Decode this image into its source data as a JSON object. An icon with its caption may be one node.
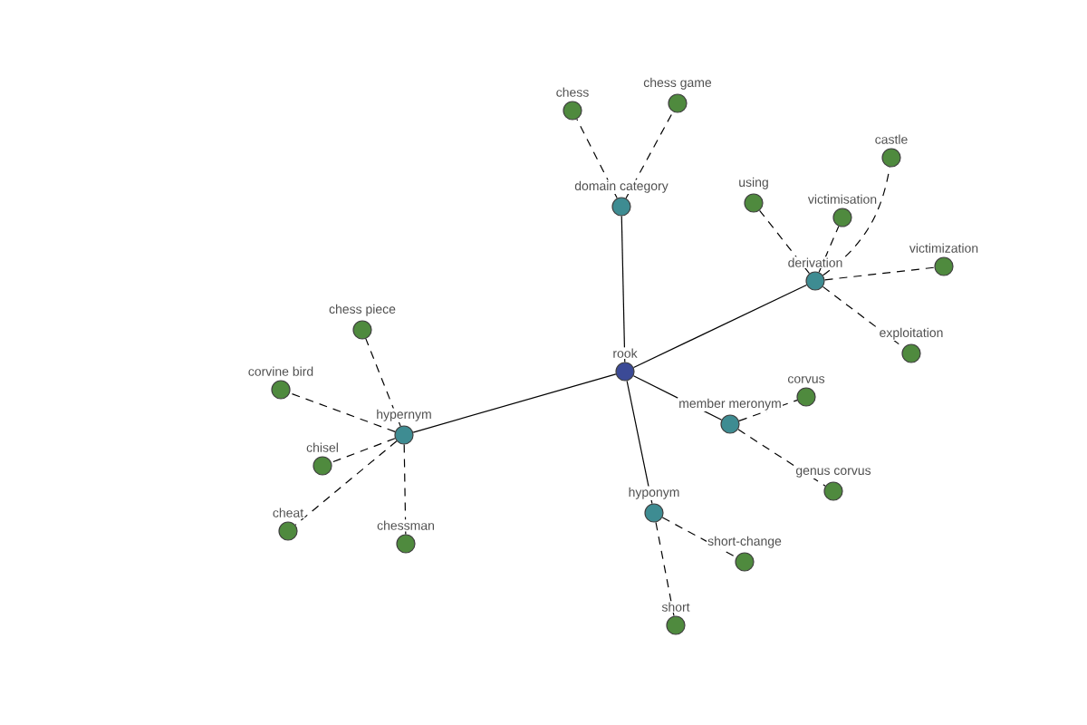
{
  "diagram": {
    "nodes": [
      {
        "text": [
          "rook"
        ]
      },
      {
        "text": [
          "domain category"
        ]
      },
      {
        "text": [
          "chess"
        ]
      },
      {
        "text": [
          "chess game"
        ]
      },
      {
        "text": [
          "derivation"
        ]
      },
      {
        "text": [
          "using"
        ]
      },
      {
        "text": [
          "victimisation"
        ]
      },
      {
        "text": [
          "castle"
        ]
      },
      {
        "text": [
          "victimization"
        ]
      },
      {
        "text": [
          "exploitation"
        ]
      },
      {
        "text": [
          "hypernym"
        ]
      },
      {
        "text": [
          "chess piece"
        ]
      },
      {
        "text": [
          "corvine bird"
        ]
      },
      {
        "text": [
          "chisel"
        ]
      },
      {
        "text": [
          "cheat"
        ]
      },
      {
        "text": [
          "chessman"
        ]
      },
      {
        "text": [
          "member meronym"
        ]
      },
      {
        "text": [
          "corvus"
        ]
      },
      {
        "text": [
          "genus corvus"
        ]
      },
      {
        "text": [
          "hyponym"
        ]
      },
      {
        "text": [
          "short-change"
        ]
      },
      {
        "text": [
          "short"
        ]
      }
    ],
    "edges": [
      {
        "from": 0,
        "to": 1,
        "arrow": "none"
      },
      {
        "from": 0,
        "to": 4,
        "arrow": "none"
      },
      {
        "from": 0,
        "to": 10,
        "arrow": "none"
      },
      {
        "from": 0,
        "to": 16,
        "arrow": "none"
      },
      {
        "from": 0,
        "to": 19,
        "arrow": "none"
      },
      {
        "from": 1,
        "to": 2,
        "arrow": "none",
        "style": "dashed"
      },
      {
        "from": 1,
        "to": 3,
        "arrow": "none",
        "style": "dashed"
      },
      {
        "from": 4,
        "to": 5,
        "arrow": "none",
        "style": "dashed"
      },
      {
        "from": 4,
        "to": 6,
        "arrow": "none",
        "style": "dashed"
      },
      {
        "from": 4,
        "to": 7,
        "arrow": "none",
        "style": "dashed"
      },
      {
        "from": 4,
        "to": 8,
        "arrow": "none",
        "style": "dashed"
      },
      {
        "from": 4,
        "to": 9,
        "arrow": "none",
        "style": "dashed"
      },
      {
        "from": 10,
        "to": 11,
        "arrow": "none",
        "style": "dashed"
      },
      {
        "from": 10,
        "to": 12,
        "arrow": "none",
        "style": "dashed"
      },
      {
        "from": 10,
        "to": 13,
        "arrow": "none",
        "style": "dashed"
      },
      {
        "from": 10,
        "to": 14,
        "arrow": "none",
        "style": "dashed"
      },
      {
        "from": 10,
        "to": 15,
        "arrow": "none",
        "style": "dashed"
      },
      {
        "from": 16,
        "to": 17,
        "arrow": "none",
        "style": "dashed"
      },
      {
        "from": 16,
        "to": 18,
        "arrow": "none",
        "style": "dashed"
      },
      {
        "from": 19,
        "to": 20,
        "arrow": "none",
        "style": "dashed"
      },
      {
        "from": 19,
        "to": 21,
        "arrow": "none",
        "style": "dashed"
      }
    ]
  }
}
